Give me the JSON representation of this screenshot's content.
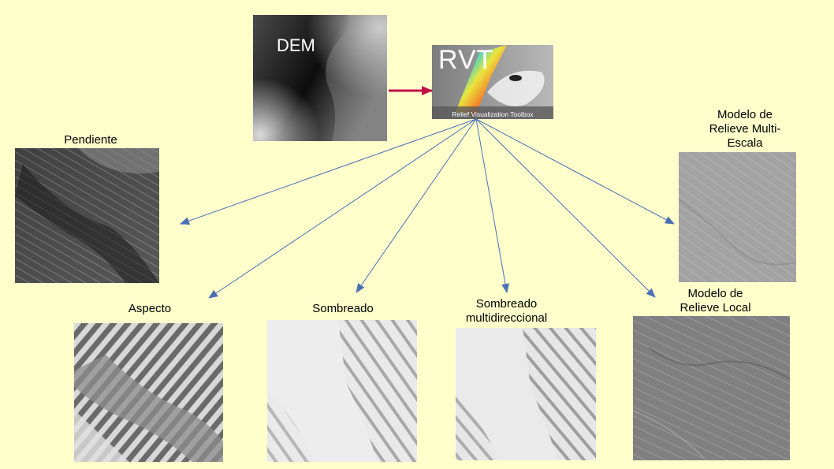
{
  "dem": {
    "label": "DEM"
  },
  "rvt": {
    "title": "RVT",
    "subtitle": "Relief Visualization Toolbox"
  },
  "outputs": {
    "pendiente": "Pendiente",
    "aspecto": "Aspecto",
    "sombreado": "Sombreado",
    "sombreado_multi": [
      "Sombreado",
      "multidireccional"
    ],
    "relieve_local": [
      "Modelo de",
      "Relieve Local"
    ],
    "relieve_multiescala": [
      "Modelo de",
      "Relieve Multi-",
      "Escala"
    ]
  },
  "colors": {
    "background": "#ffffcc",
    "connector_arrow": "#4a6fb5",
    "input_arrow": "#c0114a"
  }
}
